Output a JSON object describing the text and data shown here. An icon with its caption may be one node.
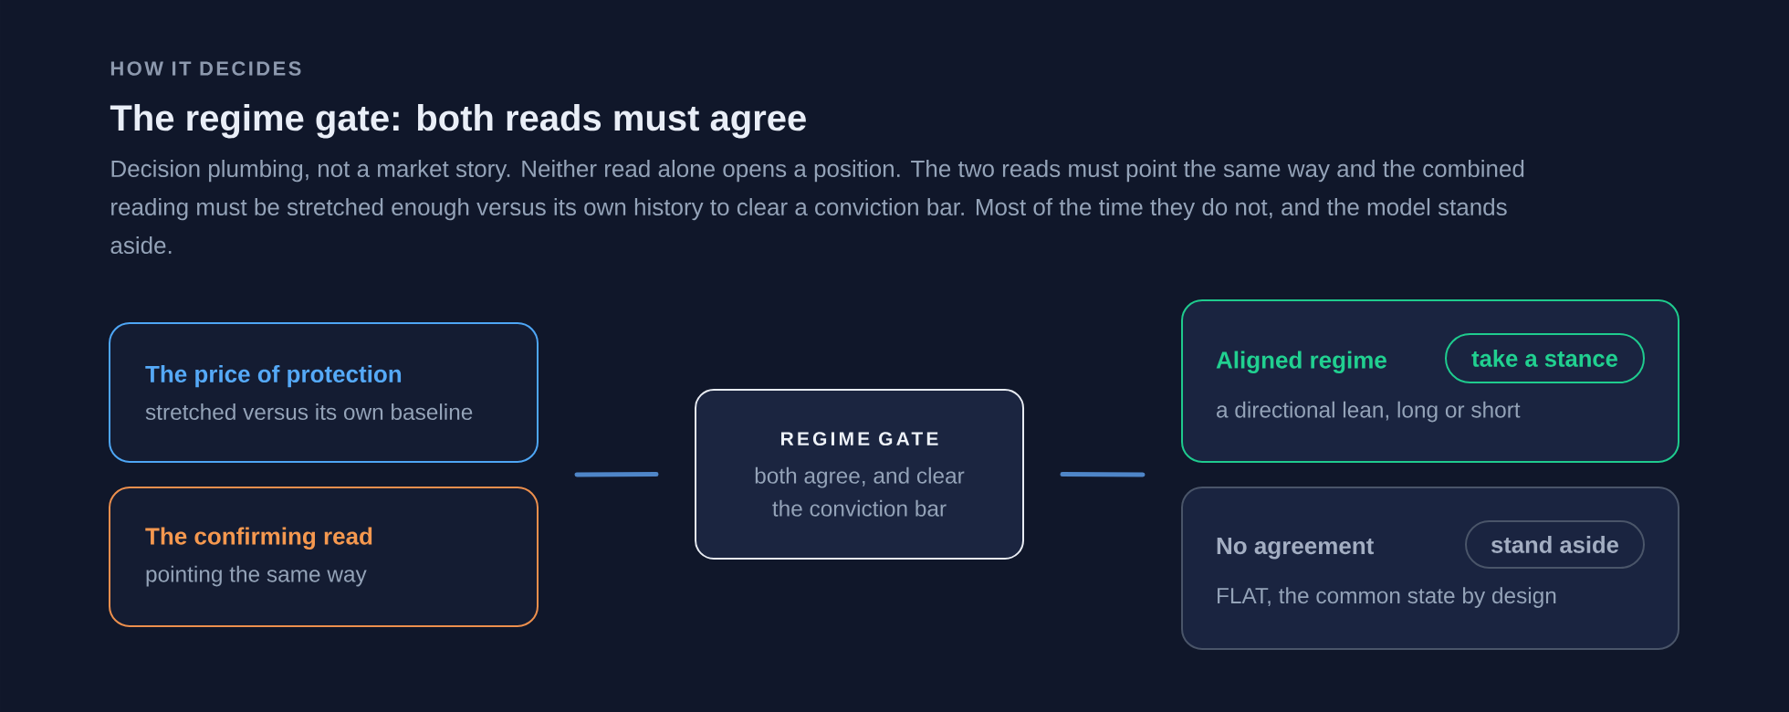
{
  "diagram": {
    "title": "The regime gate: both reads must agree",
    "nodes": [
      {
        "text": [
          "The price of protection",
          "stretched versus its own baseline"
        ]
      },
      {
        "text": [
          "The confirming read",
          "pointing the same way"
        ]
      },
      {
        "text": [
          "REGIME GATE",
          "both agree, and clear the conviction bar"
        ]
      },
      {
        "text": [
          "Aligned regime",
          "a directional lean, long or short"
        ]
      },
      {
        "text": [
          "take a stance"
        ],
        "in": 3
      },
      {
        "text": [
          "No agreement",
          "FLAT, the common state by design"
        ]
      },
      {
        "text": [
          "stand aside"
        ],
        "in": 5
      }
    ],
    "edges": [
      {
        "from": 0,
        "to": 2,
        "arrow": "none"
      },
      {
        "from": 1,
        "to": 2,
        "arrow": "none"
      },
      {
        "from": 2,
        "to": 3,
        "arrow": "none"
      },
      {
        "from": 2,
        "to": 5,
        "arrow": "none"
      }
    ],
    "labels": [
      "HOW IT DECIDES",
      "Decision plumbing, not a market story. Neither read alone opens a position. The two reads must point the same way and the combined reading must be stretched enough versus its own history to clear a conviction bar. Most of the time they do not, and the model stands aside."
    ]
  }
}
